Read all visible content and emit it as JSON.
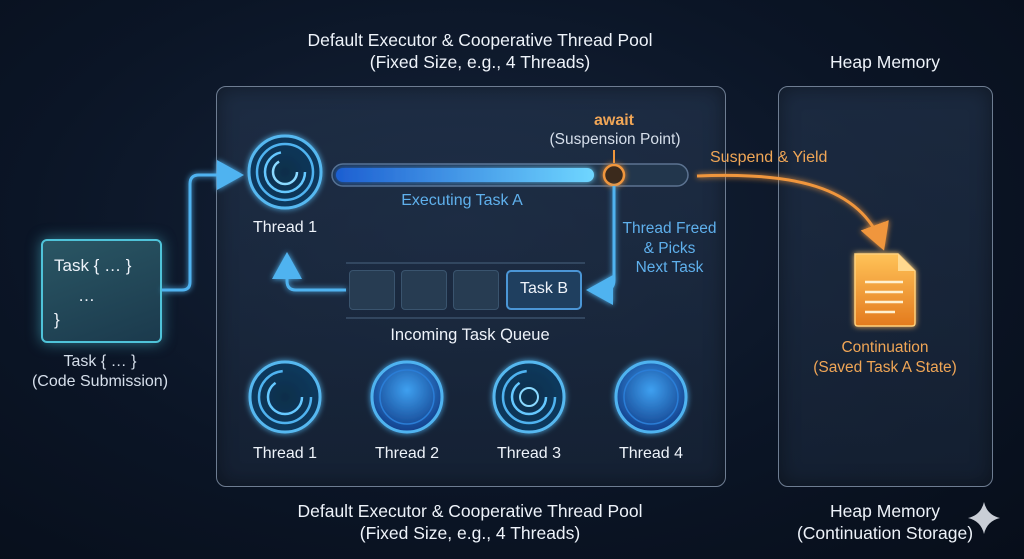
{
  "top_title": {
    "line1": "Default Executor & Cooperative Thread Pool",
    "line2": "(Fixed Size, e.g., 4 Threads)"
  },
  "bottom_title": {
    "line1": "Default Executor & Cooperative Thread Pool",
    "line2": "(Fixed Size, e.g., 4 Threads)"
  },
  "heap": {
    "top_title": "Heap Memory",
    "bottom_line1": "Heap Memory",
    "bottom_line2": "(Continuation Storage)",
    "continuation_line1": "Continuation",
    "continuation_line2": "(Saved Task A State)"
  },
  "code": {
    "line1": "Task { … }",
    "line2": "…",
    "line3": "}",
    "caption1": "Task { … }",
    "caption2": "(Code Submission)"
  },
  "await": {
    "keyword": "await",
    "caption": "(Suspension Point)"
  },
  "labels": {
    "executing": "Executing Task A",
    "suspend": "Suspend & Yield",
    "freed1": "Thread Freed",
    "freed2": "& Picks",
    "freed3": "Next Task",
    "queue": "Incoming Task Queue",
    "task_b": "Task B",
    "active_thread": "Thread 1"
  },
  "threads": [
    "Thread 1",
    "Thread 2",
    "Thread 3",
    "Thread 4"
  ],
  "colors": {
    "accent_blue": "#4fb3f0",
    "accent_orange": "#f0963c",
    "panel_border": "#6e7d92"
  }
}
